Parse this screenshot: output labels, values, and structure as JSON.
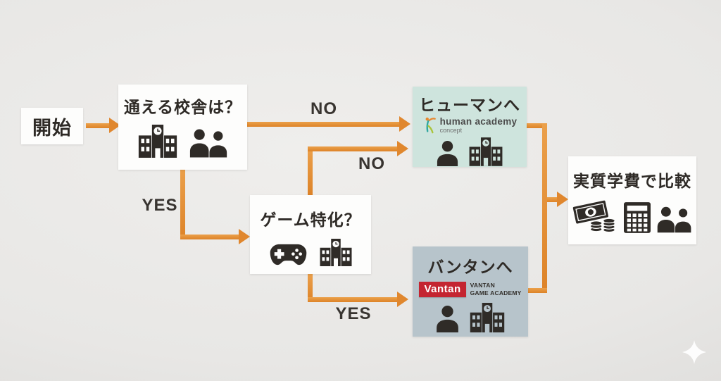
{
  "diagram": {
    "title": "school choice flowchart",
    "nodes": {
      "start": {
        "label": "開始"
      },
      "q_campus": {
        "label": "通える校舎は？",
        "icons": [
          "school-icon",
          "two-people-icon"
        ]
      },
      "q_game": {
        "label": "ゲーム特化？",
        "icons": [
          "game-controller-icon",
          "school-icon"
        ]
      },
      "human": {
        "label": "ヒューマンへ",
        "logo_text": "human academy",
        "logo_sub": "concept",
        "icons": [
          "person-icon",
          "school-icon"
        ]
      },
      "vantan": {
        "label": "バンタンへ",
        "badge": "Vantan",
        "logo_line1": "VANTAN",
        "logo_line2": "GAME ACADEMY",
        "icons": [
          "person-icon",
          "school-icon"
        ]
      },
      "compare": {
        "label": "実質学費で比較",
        "icons": [
          "money-icon",
          "calculator-icon",
          "two-people-icon"
        ]
      }
    },
    "edges": {
      "start_to_campus": {
        "label": ""
      },
      "no_top": {
        "label": "NO",
        "from": "q_campus",
        "to": "human"
      },
      "yes_left": {
        "label": "YES",
        "from": "q_campus",
        "to": "q_game"
      },
      "no_mid": {
        "label": "NO",
        "from": "q_game",
        "to": "human"
      },
      "yes_bottom": {
        "label": "YES",
        "from": "q_game",
        "to": "vantan"
      },
      "merge_to_compare": {
        "label": ""
      }
    },
    "colors": {
      "background": "#e8e7e5",
      "arrow_orange": "#e0872e",
      "human_box_teal": "#cee4dd",
      "vantan_box_blue": "#b7c4cb",
      "vantan_red": "#c42531",
      "ink": "#2f2b27",
      "logo_teal": "#2fa7a0",
      "logo_orange": "#e8872e",
      "logo_green": "#a9c43a"
    }
  }
}
